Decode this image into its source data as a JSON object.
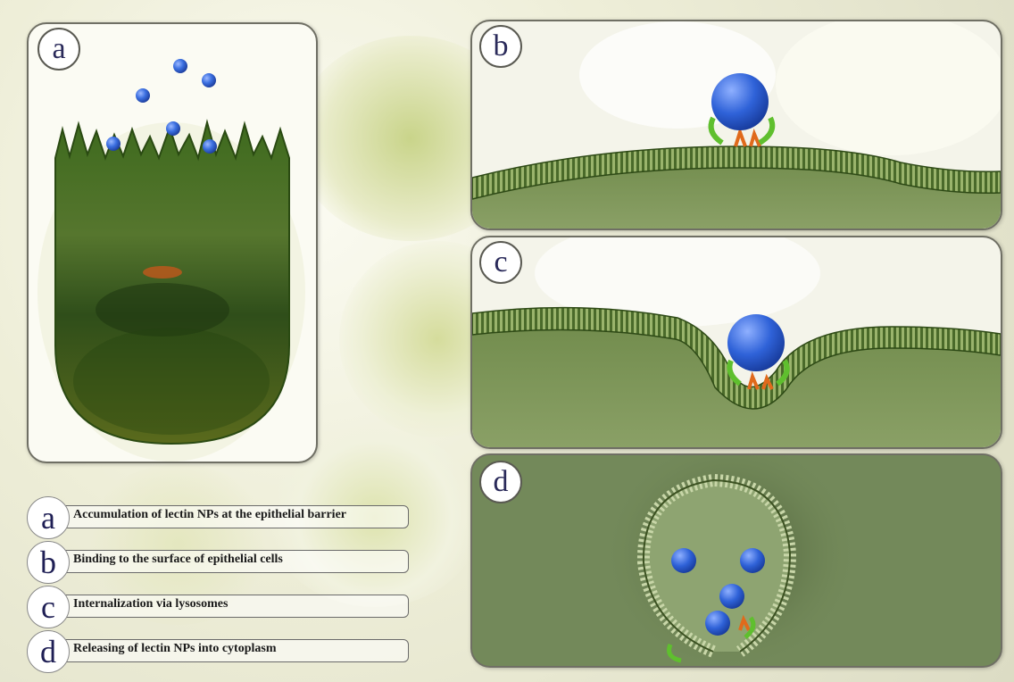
{
  "panels": [
    {
      "letter": "a"
    },
    {
      "letter": "b"
    },
    {
      "letter": "c"
    },
    {
      "letter": "d"
    }
  ],
  "legend": [
    {
      "letter": "a",
      "text": "Accumulation of lectin NPs at the epithelial barrier"
    },
    {
      "letter": "b",
      "text": "Binding to the surface of epithelial cells"
    },
    {
      "letter": "c",
      "text": "Internalization via lysosomes"
    },
    {
      "letter": "d",
      "text": "Releasing of lectin NPs into cytoplasm"
    }
  ],
  "colors": {
    "nanoparticle": "#3b6fe0",
    "membrane": "#3f5a22",
    "cytoplasm": "#6f8a4a",
    "lectin": "#5fbf2e",
    "receptor": "#e06a1c"
  }
}
